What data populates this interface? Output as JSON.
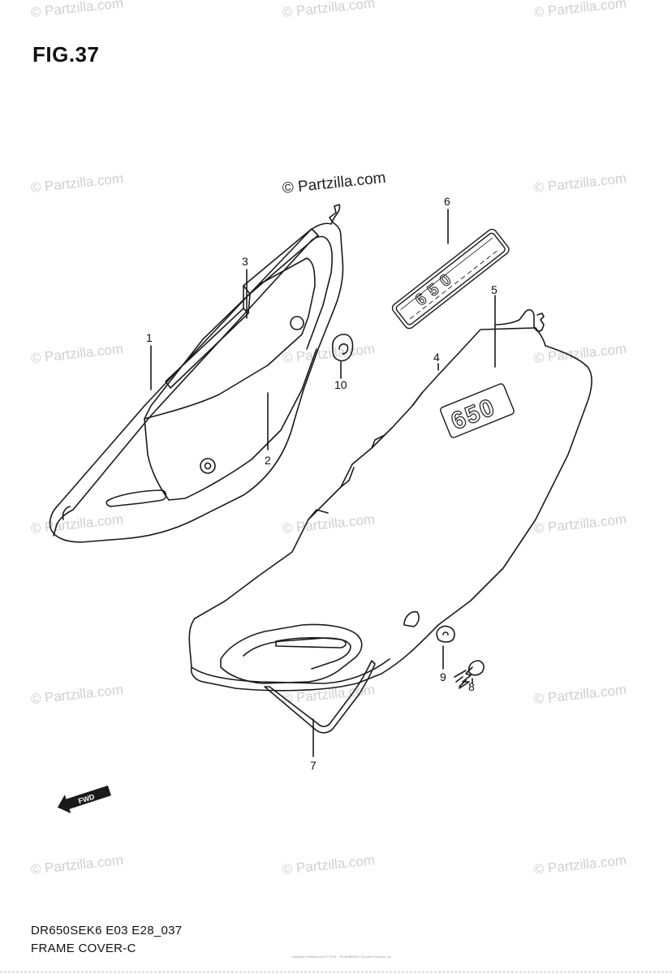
{
  "figure": {
    "title": "FIG.37",
    "watermark": "© Partzilla.com",
    "watermark_main": "© Partzilla.com"
  },
  "parts": [
    {
      "ref": "1"
    },
    {
      "ref": "2"
    },
    {
      "ref": "3"
    },
    {
      "ref": "4"
    },
    {
      "ref": "5"
    },
    {
      "ref": "6"
    },
    {
      "ref": "7"
    },
    {
      "ref": "8"
    },
    {
      "ref": "9"
    },
    {
      "ref": "10"
    }
  ],
  "decals": {
    "decal_5_text": "650",
    "decal_6_text": "650"
  },
  "direction_arrow": {
    "label": "FWD"
  },
  "footer": {
    "model_code": "DR650SEK6 E03 E28_037",
    "section_name": "FRAME COVER-C",
    "copyright_small": "Copyright Partzilla.com © 2023 · 7BV4K88000-4 Suzuki Products, Inc."
  },
  "colors": {
    "line": "#1a1a1a",
    "watermark": "#cfcfcf"
  }
}
